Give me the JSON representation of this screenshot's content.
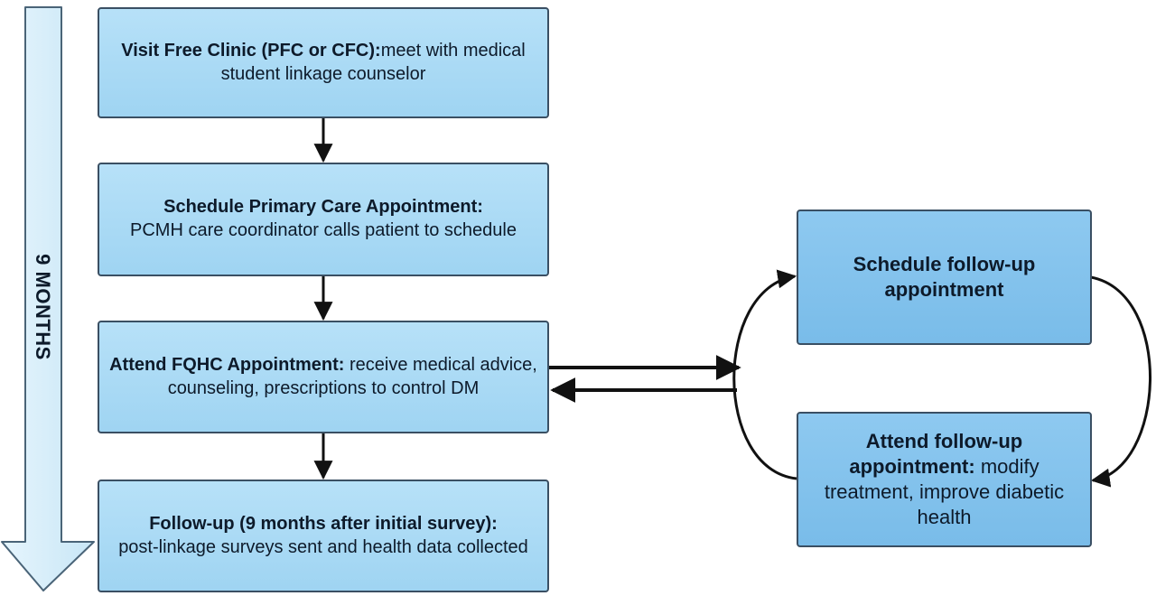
{
  "timeline": {
    "label": "9 MONTHS"
  },
  "steps": [
    {
      "bold": "Visit Free Clinic (PFC or CFC):",
      "text": "meet with medical student linkage counselor"
    },
    {
      "bold": "Schedule Primary Care Appointment:",
      "text": "PCMH care coordinator calls patient to schedule"
    },
    {
      "bold": "Attend FQHC Appointment:",
      "text": " receive medical advice, counseling, prescriptions to control DM"
    },
    {
      "bold": "Follow-up (9 months after initial survey):",
      "text": "post-linkage surveys sent and health data collected"
    }
  ],
  "followup_loop": {
    "schedule": {
      "bold": "Schedule follow-up appointment",
      "text": ""
    },
    "attend": {
      "bold": "Attend follow-up appointment:",
      "text": " modify treatment, improve diabetic health"
    }
  },
  "colors": {
    "box_fill": "#a8d9f5",
    "box_fill_dark": "#80c1ec",
    "box_border": "#3a4f63",
    "arrow": "#111111",
    "timeline_fill": "#d7eefa"
  }
}
